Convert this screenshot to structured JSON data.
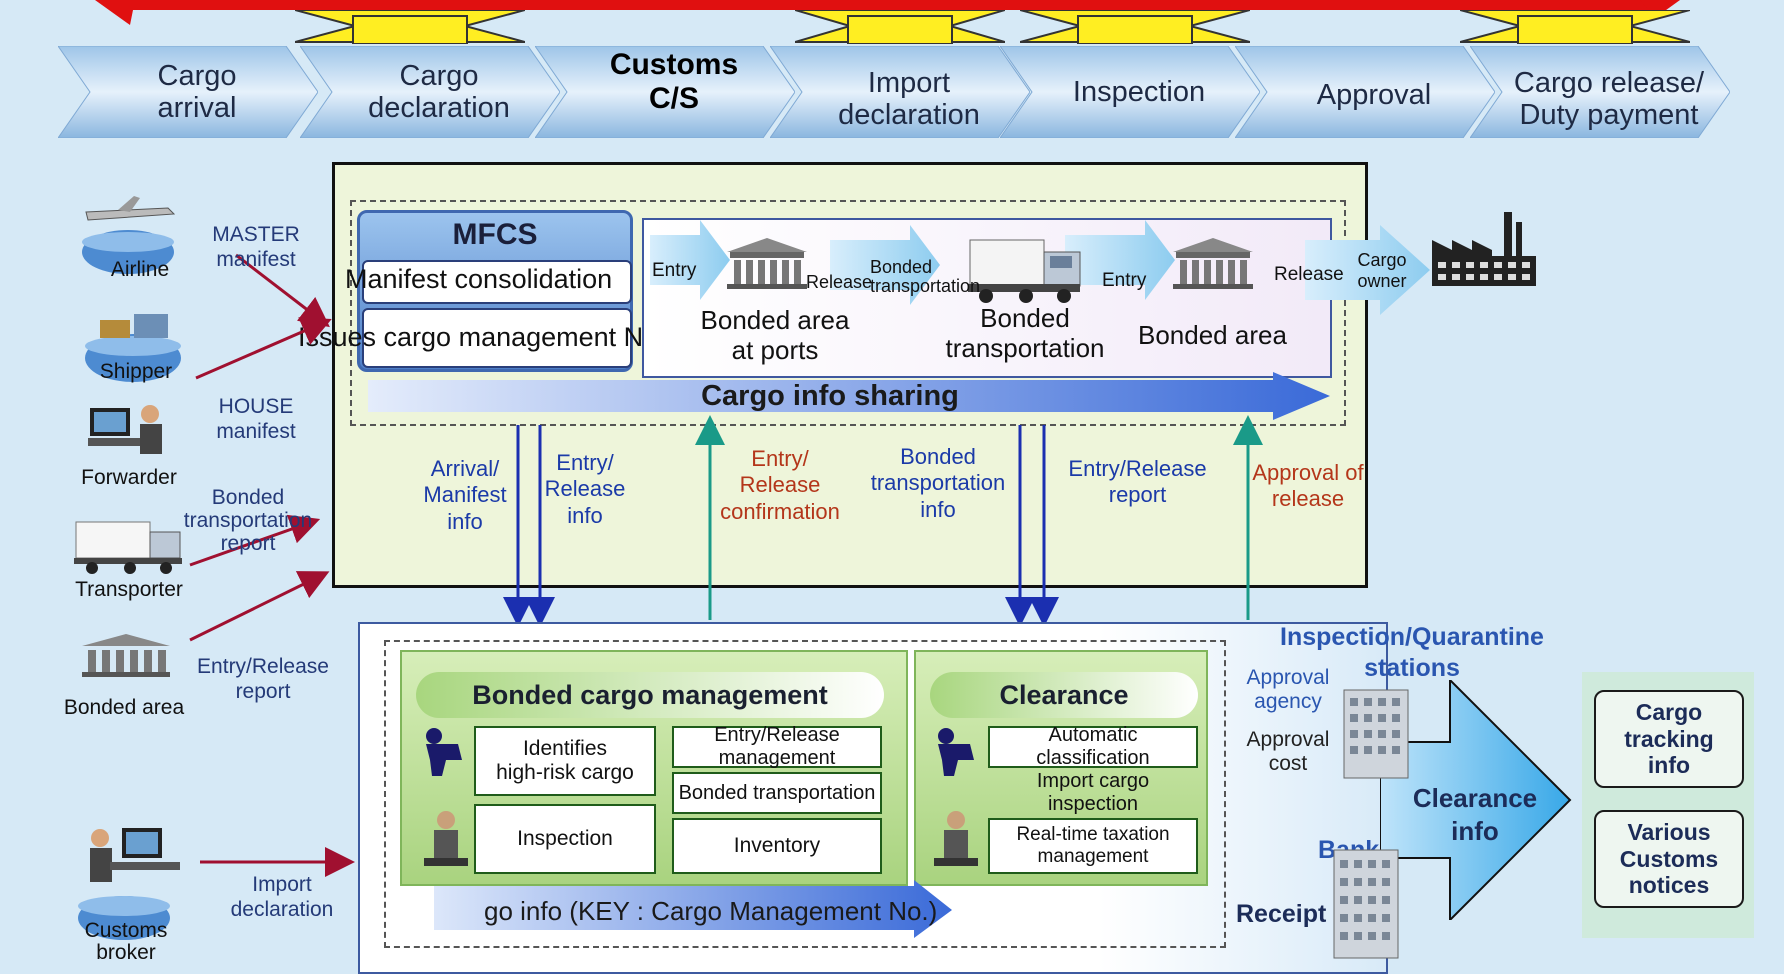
{
  "steps": [
    {
      "label": "Cargo\narrival"
    },
    {
      "label": "Cargo\ndeclaration"
    },
    {
      "label": "Customs\nC/S"
    },
    {
      "label": "Import\ndeclaration"
    },
    {
      "label": "Inspection"
    },
    {
      "label": "Approval"
    },
    {
      "label": "Cargo release/\nDuty payment"
    }
  ],
  "left_entities": {
    "airline": "Airline",
    "shipper": "Shipper",
    "forwarder": "Forwarder",
    "transporter": "Transporter",
    "bonded_area": "Bonded area",
    "customs_broker": "Customs\nbroker"
  },
  "left_flows": {
    "master": "MASTER\nmanifest",
    "house": "HOUSE\nmanifest",
    "bonded_report": "Bonded\ntransportation\nreport",
    "entry_release": "Entry/Release\nreport",
    "import_decl": "Import\ndeclaration"
  },
  "mfcs": {
    "title": "MFCS",
    "consolidation": "Manifest consolidation",
    "issues": "Issues cargo management No."
  },
  "chain": {
    "entry1": "Entry",
    "ports": "Bonded area\nat ports",
    "release1": "Release",
    "bonded_transport_small": "Bonded\ntransportation",
    "transport": "Bonded\ntransportation",
    "entry2": "Entry",
    "area": "Bonded area",
    "release2": "Release",
    "owner": "Cargo\nowner"
  },
  "sharing": "Cargo info sharing",
  "middle_flows": {
    "arrival": "Arrival/\nManifest\ninfo",
    "entry_release_info": "Entry/\nRelease\ninfo",
    "confirmation": "Entry/\nRelease\nconfirmation",
    "bonded_info": "Bonded\ntransportation\ninfo",
    "er_report": "Entry/Release\nreport",
    "approval_release": "Approval of\nrelease"
  },
  "bonded_mgmt": {
    "title": "Bonded cargo management",
    "highrisk": "Identifies\nhigh-risk cargo",
    "inspection": "Inspection",
    "er_mgmt": "Entry/Release management",
    "transport": "Bonded transportation",
    "inventory": "Inventory"
  },
  "clearance": {
    "title": "Clearance",
    "auto": "Automatic classification",
    "import_insp": "Import cargo inspection",
    "taxation": "Real-time taxation\nmanagement"
  },
  "cargo_info_bar": "go info (KEY : Cargo Management No.)",
  "right": {
    "inspection_stations": "Inspection/Quarantine\nstations",
    "approval_agency": "Approval\nagency",
    "approval_cost": "Approval\ncost",
    "bank": "Bank",
    "receipt": "Receipt",
    "clearance_info": "Clearance\ninfo",
    "tracking": "Cargo\ntracking\ninfo",
    "notices": "Various\nCustoms\nnotices"
  },
  "colors": {
    "arrow_red": "#e01010",
    "ribbon_yellow": "#ffee22",
    "panel_green": "#eef5da",
    "flow_blue": "#1b2fb0",
    "flow_teal": "#1a9a88",
    "flow_red": "#a01030"
  }
}
